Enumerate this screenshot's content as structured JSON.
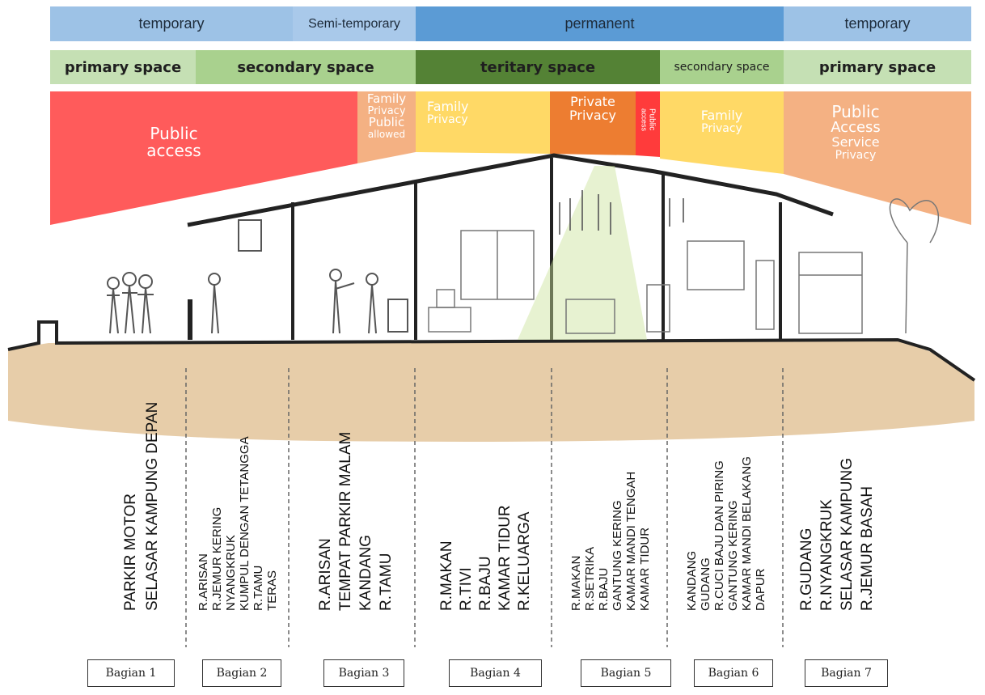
{
  "permanence_row": [
    {
      "label": "temporary"
    },
    {
      "label": "Semi-temporary"
    },
    {
      "label": "permanent"
    },
    {
      "label": "temporary"
    }
  ],
  "space_row": [
    {
      "label": "primary space"
    },
    {
      "label": "secondary space"
    },
    {
      "label": "teritary space"
    },
    {
      "label": "secondary space"
    },
    {
      "label": "primary space"
    }
  ],
  "privacy_zones": [
    {
      "lines": [
        "Public",
        "access"
      ]
    },
    {
      "lines": [
        "Family",
        "Privacy",
        "Public",
        "allowed"
      ]
    },
    {
      "lines": [
        "Family",
        "Privacy"
      ]
    },
    {
      "lines": [
        "Private",
        "Privacy"
      ]
    },
    {
      "lines": [
        "Public",
        "access"
      ]
    },
    {
      "lines": [
        "Family",
        "Privacy"
      ]
    },
    {
      "lines": [
        "Public",
        "Access",
        "Service",
        "Privacy"
      ]
    }
  ],
  "colors": {
    "permanence_temporary": "#9dc2e6",
    "permanence_semi": "#9dc2e6",
    "permanence_permanent": "#5b9bd5",
    "space_primary": "#c5e0b4",
    "space_secondary": "#a9d18e",
    "space_teritary": "#548235",
    "public_red": "#ff5b5b",
    "peach": "#f4b183",
    "yellow": "#ffd966",
    "orange": "#ed7d31",
    "red_small": "#ff3b3b",
    "ground": "#e3c49a"
  },
  "room_columns": [
    {
      "items": [
        "SELASAR KAMPUNG DEPAN",
        "PARKIR MOTOR"
      ]
    },
    {
      "items": [
        "TERAS",
        "R.TAMU",
        "KUMPUL DENGAN TETANGGA",
        "NYANGKRUK",
        "R.JEMUR KERING",
        "R.ARISAN"
      ]
    },
    {
      "items": [
        "R.TAMU",
        "KANDANG",
        "TEMPAT PARKIR MALAM",
        "R.ARISAN"
      ]
    },
    {
      "items": [
        "R.KELUARGA",
        "KAMAR TIDUR",
        "R.BAJU",
        "R.TIVI",
        "R.MAKAN"
      ]
    },
    {
      "items": [
        "KAMAR TIDUR",
        "KAMAR MANDI TENGAH",
        "GANTUNG KERING",
        "R.BAJU",
        "R.SETRIKA",
        "R.MAKAN"
      ]
    },
    {
      "items": [
        "DAPUR",
        "KAMAR MANDI BELAKANG",
        "GANTUNG KERING",
        "R.CUCI BAJU DAN PIRING",
        "GUDANG",
        "KANDANG"
      ]
    },
    {
      "items": [
        "R.JEMUR BASAH",
        "SELASAR KAMPUNG",
        "R.NYANGKRUK",
        "R.GUDANG"
      ]
    }
  ],
  "sections": [
    {
      "label": "Bagian 1"
    },
    {
      "label": "Bagian 2"
    },
    {
      "label": "Bagian 3"
    },
    {
      "label": "Bagian 4"
    },
    {
      "label": "Bagian 5"
    },
    {
      "label": "Bagian 6"
    },
    {
      "label": "Bagian 7"
    }
  ]
}
